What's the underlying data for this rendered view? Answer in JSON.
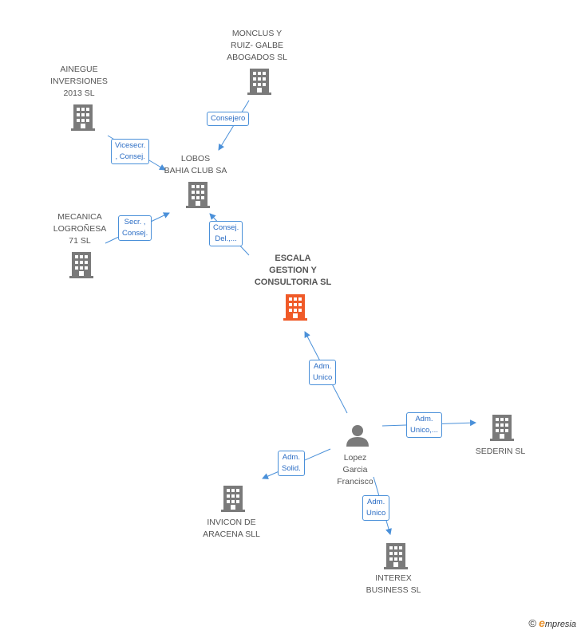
{
  "nodes": {
    "monclus": {
      "label": "MONCLUS Y\nRUIZ- GALBE\nABOGADOS SL"
    },
    "ainegue": {
      "label": "AINEGUE\nINVERSIONES\n2013 SL"
    },
    "lobos": {
      "label": "LOBOS\nBAHIA CLUB SA"
    },
    "mecanica": {
      "label": "MECANICA\nLOGROÑESA\n71 SL"
    },
    "escala": {
      "label": "ESCALA\nGESTION Y\nCONSULTORIA SL"
    },
    "lopez": {
      "label": "Lopez\nGarcia\nFrancisco"
    },
    "sederin": {
      "label": "SEDERIN SL"
    },
    "invicon": {
      "label": "INVICON DE\nARACENA SLL"
    },
    "interex": {
      "label": "INTEREX\nBUSINESS SL"
    }
  },
  "edges": {
    "monclus_lobos": "Consejero",
    "ainegue_lobos": "Vicesecr.\n, Consej.",
    "mecanica_lobos": "Secr. ,\nConsej.",
    "escala_lobos": "Consej.\nDel.,...",
    "lopez_escala": "Adm.\nUnico",
    "lopez_sederin": "Adm.\nUnico,...",
    "lopez_invicon": "Adm.\nSolid.",
    "lopez_interex": "Adm.\nUnico"
  },
  "colors": {
    "building": "#7a7a7a",
    "focus_building": "#f05a28",
    "edge": "#4a90d9",
    "person": "#7a7a7a"
  },
  "brand": {
    "symbol": "©",
    "e": "e",
    "rest": "mpresia"
  }
}
